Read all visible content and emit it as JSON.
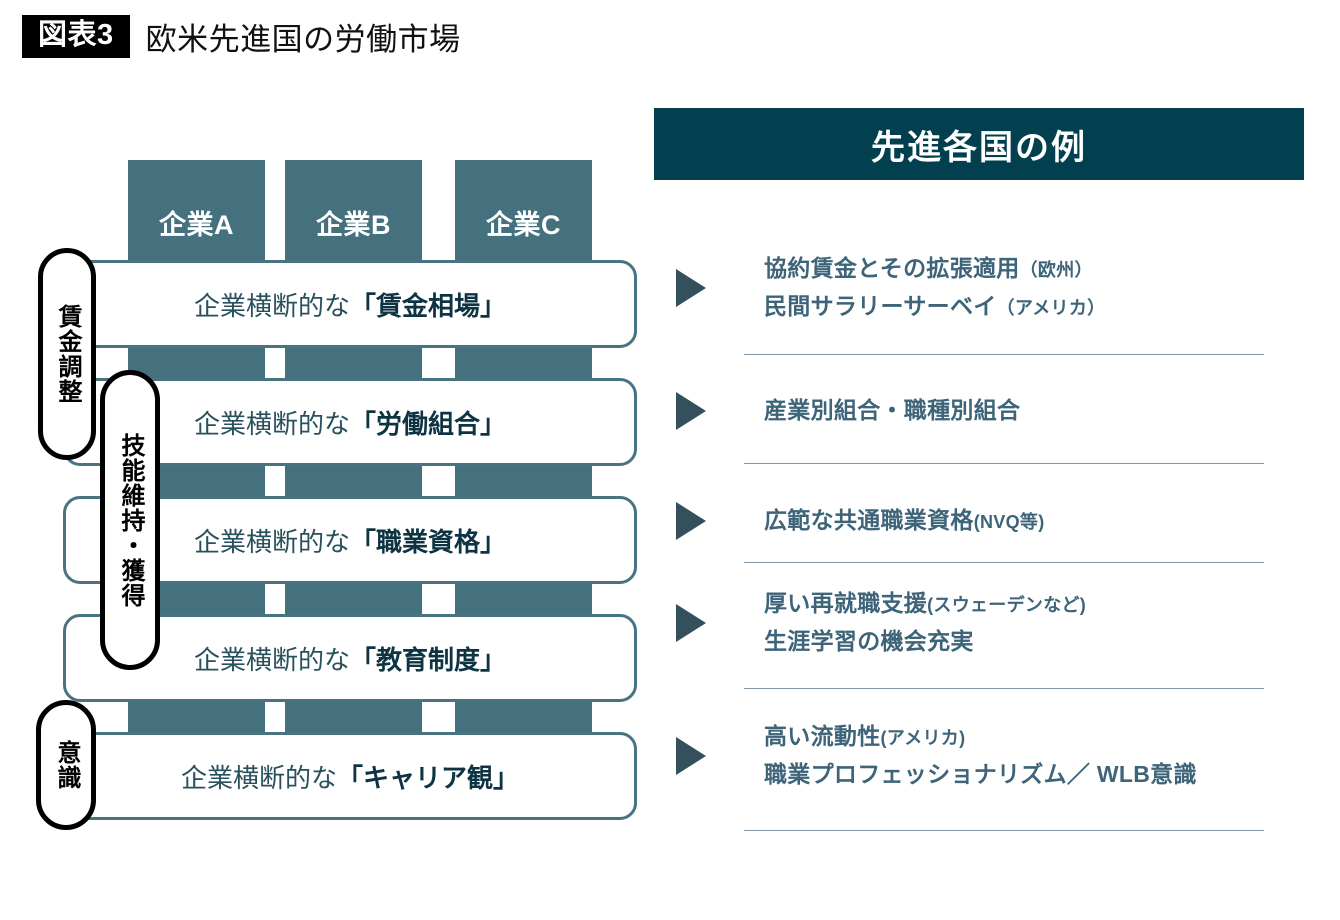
{
  "title": {
    "badge": "図表3",
    "heading": "欧米先進国の労働市場"
  },
  "colors": {
    "column_teal": "#45707e",
    "header_dark_teal": "#02404f",
    "bar_border": "#4a7382",
    "example_text": "#3d6478",
    "arrow": "#33505c",
    "badge_bg": "#000000",
    "divider": "#7e98aa"
  },
  "diagram": {
    "columns": [
      {
        "label": "企業A"
      },
      {
        "label": "企業B"
      },
      {
        "label": "企業C"
      }
    ],
    "bars": [
      {
        "prefix": "企業横断的な",
        "emphasis": "「賃金相場」"
      },
      {
        "prefix": "企業横断的な",
        "emphasis": "「労働組合」"
      },
      {
        "prefix": "企業横断的な",
        "emphasis": "「職業資格」"
      },
      {
        "prefix": "企業横断的な",
        "emphasis": "「教育制度」"
      },
      {
        "prefix": "企業横断的な",
        "emphasis": "「キャリア観」"
      }
    ],
    "category_pills": [
      {
        "label": "賃金調整"
      },
      {
        "label": "技能維持・獲得"
      },
      {
        "label": "意識"
      }
    ]
  },
  "panel": {
    "header": "先進各国の例",
    "groups": [
      {
        "lines": [
          {
            "main": "協約賃金とその拡張適用",
            "note": "（欧州）"
          },
          {
            "main": "民間サラリーサーベイ",
            "note": "（アメリカ）"
          }
        ]
      },
      {
        "lines": [
          {
            "main": "産業別組合・職種別組合",
            "note": ""
          }
        ]
      },
      {
        "lines": [
          {
            "main": "広範な共通職業資格",
            "note": "(NVQ等)"
          }
        ]
      },
      {
        "lines": [
          {
            "main": "厚い再就職支援",
            "note": "(スウェーデンなど)"
          },
          {
            "main": "生涯学習の機会充実",
            "note": ""
          }
        ]
      },
      {
        "lines": [
          {
            "main": "高い流動性",
            "note": "(アメリカ)"
          },
          {
            "main": "職業プロフェッショナリズム／ WLB意識",
            "note": ""
          }
        ]
      }
    ]
  }
}
